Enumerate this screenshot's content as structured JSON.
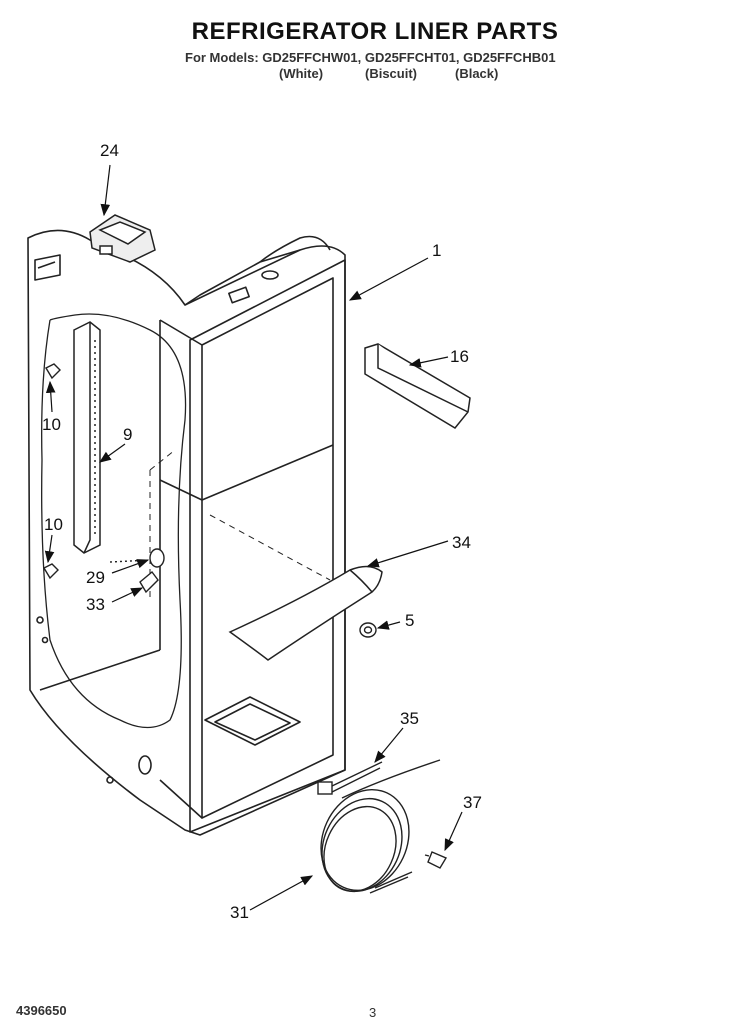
{
  "header": {
    "title": "REFRIGERATOR LINER PARTS",
    "models_line": "For Models: GD25FFCHW01, GD25FFCHT01, GD25FFCHB01",
    "finishes": [
      "(White)",
      "(Biscuit)",
      "(Black)"
    ]
  },
  "callouts": [
    {
      "id": "c24",
      "label": "24"
    },
    {
      "id": "c1",
      "label": "1"
    },
    {
      "id": "c16",
      "label": "16"
    },
    {
      "id": "c10a",
      "label": "10"
    },
    {
      "id": "c9",
      "label": "9"
    },
    {
      "id": "c10b",
      "label": "10"
    },
    {
      "id": "c29",
      "label": "29"
    },
    {
      "id": "c33",
      "label": "33"
    },
    {
      "id": "c34",
      "label": "34"
    },
    {
      "id": "c5",
      "label": "5"
    },
    {
      "id": "c35",
      "label": "35"
    },
    {
      "id": "c37",
      "label": "37"
    },
    {
      "id": "c31",
      "label": "31"
    }
  ],
  "footer": {
    "doc_number": "4396650",
    "page": "3"
  }
}
